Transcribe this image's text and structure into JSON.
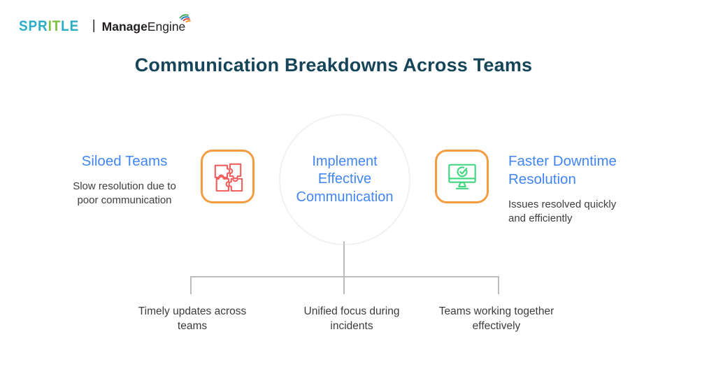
{
  "logo": {
    "spritle": {
      "part1": "SPR",
      "part2": "IT",
      "part3": "LE"
    },
    "separator": "|",
    "manageengine": {
      "bold": "Manage",
      "regular": "Engine"
    }
  },
  "title": "Communication Breakdowns Across Teams",
  "diagram": {
    "left": {
      "heading": "Siloed Teams",
      "description": "Slow resolution due to poor communication",
      "icon": "puzzle-icon"
    },
    "center": {
      "heading": "Implement Effective Communication"
    },
    "right": {
      "heading": "Faster Downtime Resolution",
      "description": "Issues resolved quickly and efficiently",
      "icon": "monitor-check-icon"
    },
    "outcomes": [
      "Timely updates across teams",
      "Unified focus during incidents",
      "Teams working together effectively"
    ]
  },
  "colors": {
    "title_text": "#16455A",
    "heading_blue": "#4285F4",
    "body_text": "#3D3D3D",
    "icon_border_orange": "#F59B40",
    "puzzle_red": "#F15E5E",
    "monitor_green": "#3FD67E",
    "connector_gray": "#BDBDBD",
    "spritle_teal": "#29AEC6",
    "spritle_green": "#7DC242",
    "manageengine_dark": "#231F20"
  }
}
